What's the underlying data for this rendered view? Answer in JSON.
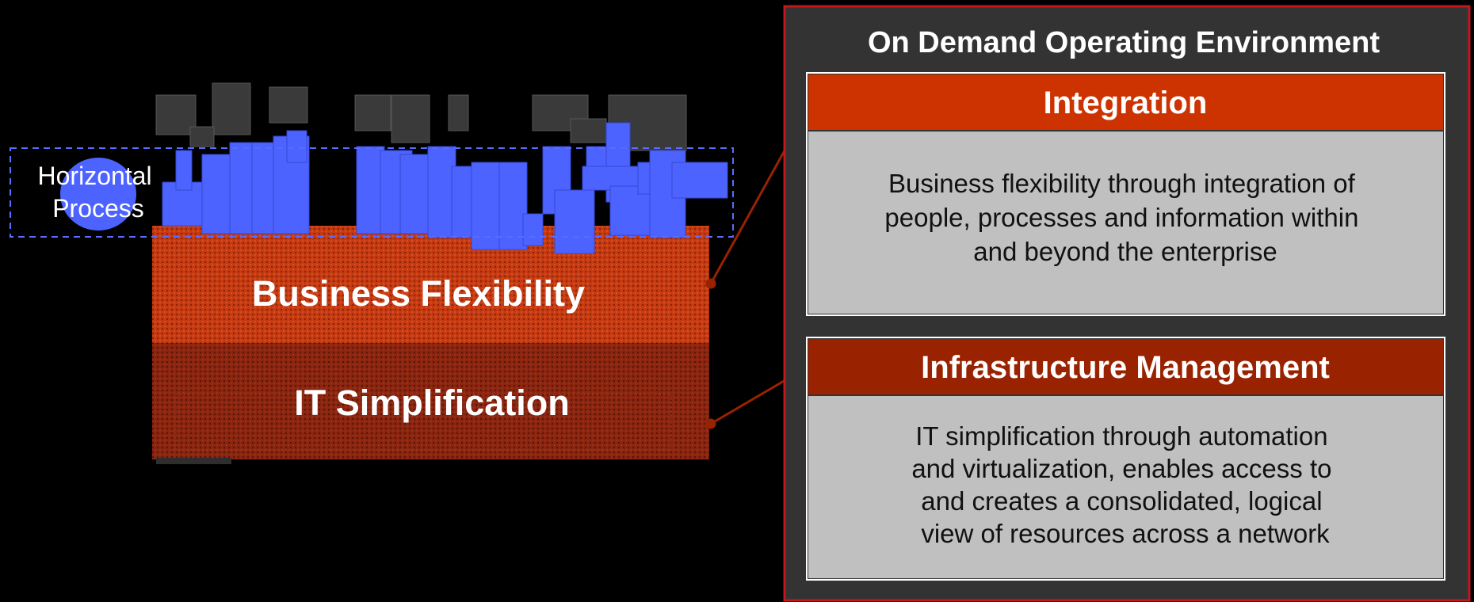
{
  "left_diagram": {
    "horizontal_process_label": [
      "Horizontal",
      "Process"
    ],
    "business_layer_label": "Business Flexibility",
    "it_layer_label": "IT Simplification"
  },
  "right_panel": {
    "title": "On Demand Operating Environment",
    "sections": [
      {
        "heading": "Integration",
        "body": [
          "Business flexibility through integration of",
          "people, processes and information within",
          "and beyond the enterprise"
        ]
      },
      {
        "heading": "Infrastructure Management",
        "body": [
          "IT simplification through automation",
          "and virtualization, enables access to",
          "and creates a consolidated, logical",
          "view of resources across a network"
        ]
      }
    ]
  },
  "colors": {
    "background": "#000000",
    "panel_bg": "#333333",
    "panel_border": "#c4161c",
    "integration_header": "#cc3300",
    "infrastructure_header": "#992200",
    "body_box": "#c0c0c0",
    "business_layer": "#c63a12",
    "it_layer": "#8a2510",
    "process_blue": "#4d63ff",
    "block_gray": "#3a3a3a",
    "connector": "#992200"
  }
}
